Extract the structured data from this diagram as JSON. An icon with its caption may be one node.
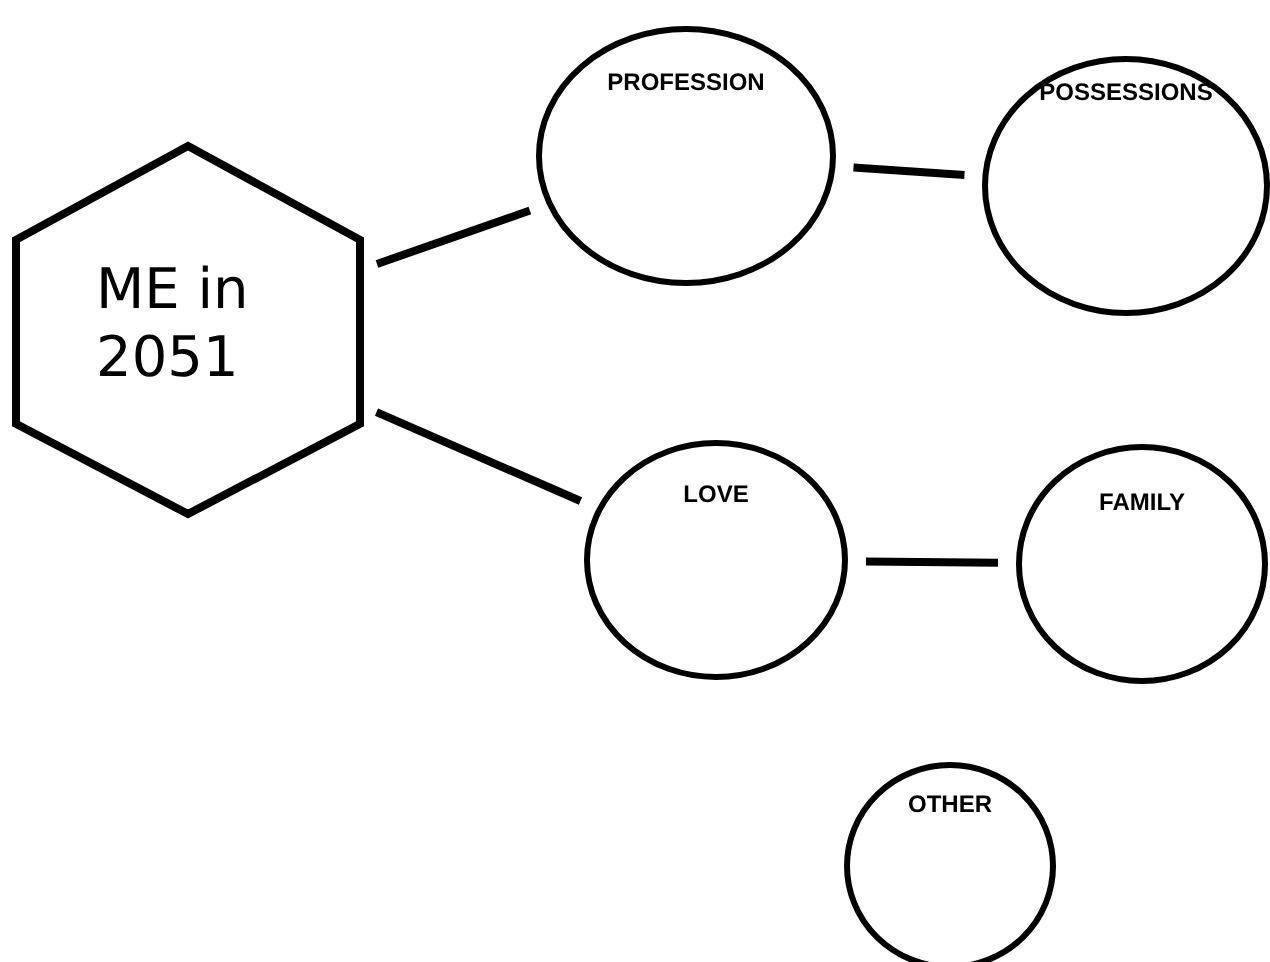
{
  "diagram": {
    "nodes": [
      {
        "text": [
          "ME in 2051"
        ]
      },
      {
        "text": [
          "PROFESSION"
        ]
      },
      {
        "text": [
          "POSSESSIONS"
        ]
      },
      {
        "text": [
          "LOVE"
        ]
      },
      {
        "text": [
          "FAMILY"
        ]
      },
      {
        "text": [
          "OTHER"
        ]
      }
    ],
    "edges": [
      {
        "from": 0,
        "to": 1,
        "arrow": "none"
      },
      {
        "from": 0,
        "to": 3,
        "arrow": "none"
      },
      {
        "from": 1,
        "to": 2,
        "arrow": "none"
      },
      {
        "from": 3,
        "to": 4,
        "arrow": "none"
      }
    ]
  }
}
